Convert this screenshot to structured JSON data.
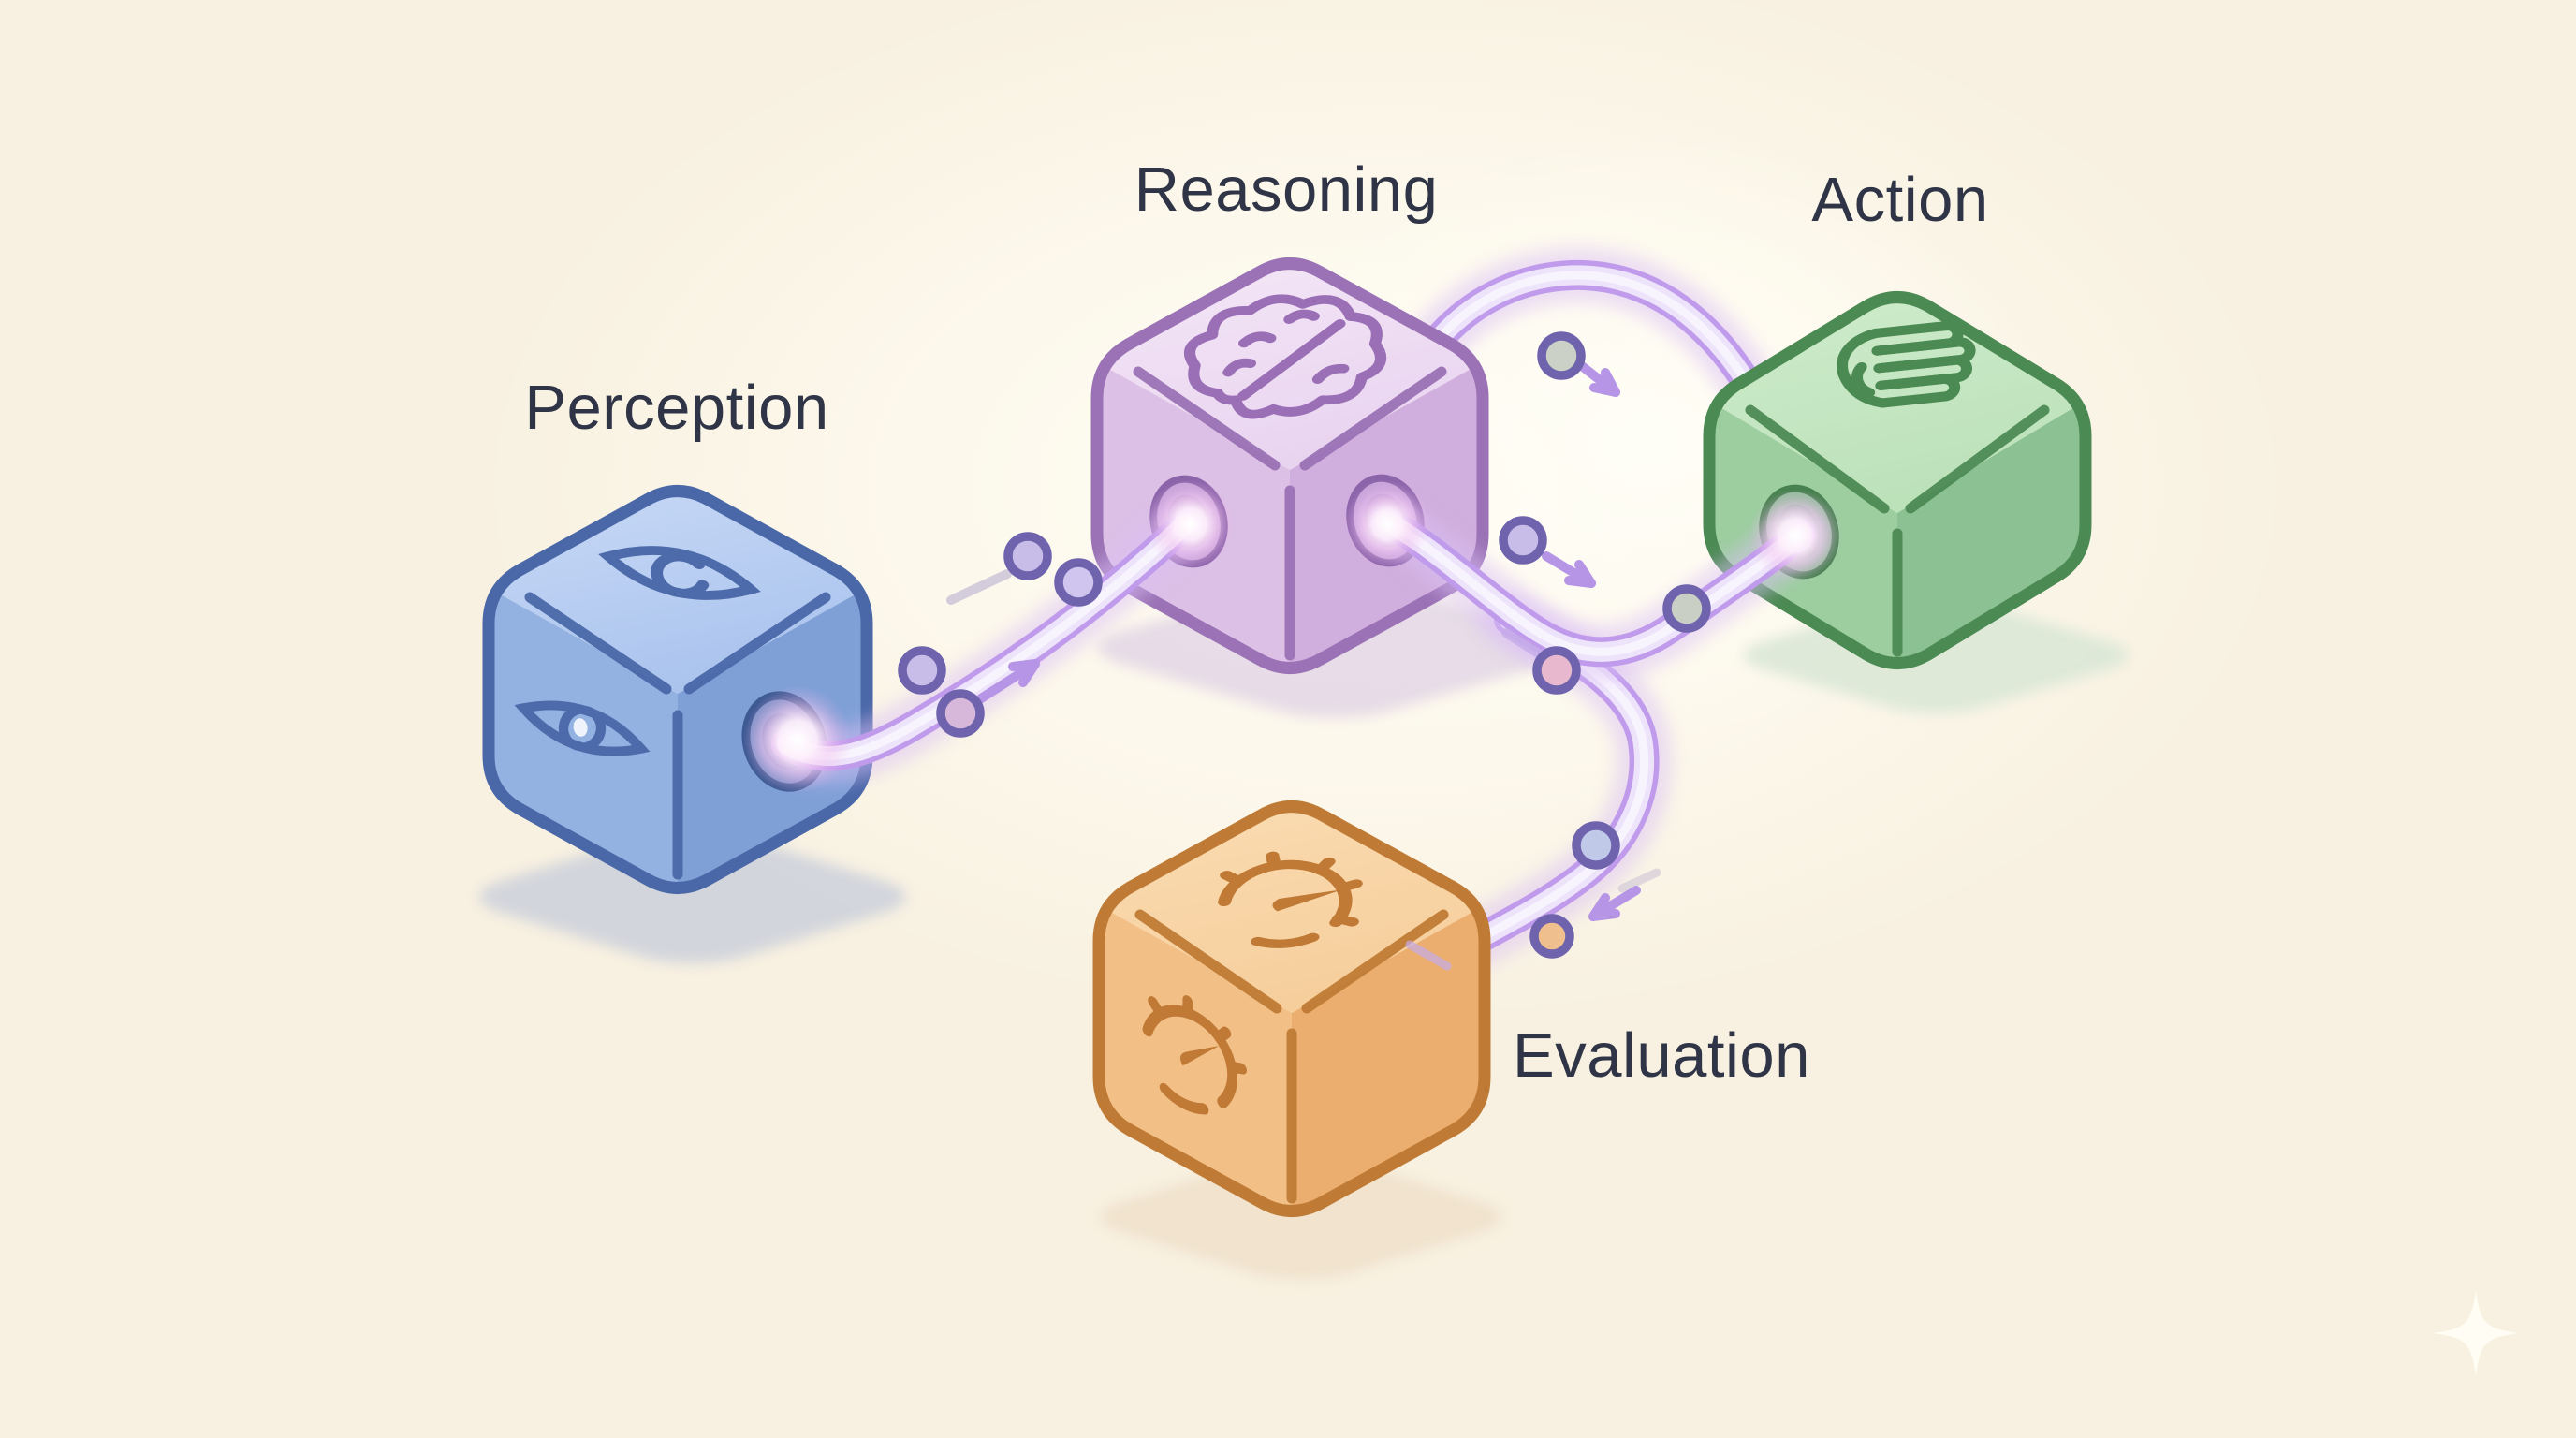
{
  "diagram": {
    "type": "isometric-flow-diagram",
    "background_color": "#F8F1E1",
    "label_color": "#2F3547",
    "connector_color": "#C09BEC",
    "connector_fill": "#EDE3FA",
    "nodes": [
      {
        "id": "perception",
        "label": "Perception",
        "icon": "eye-icon",
        "cube_color": "#93B1E1",
        "outline_color": "#4A68A8"
      },
      {
        "id": "reasoning",
        "label": "Reasoning",
        "icon": "brain-icon",
        "cube_color": "#DCC0E6",
        "outline_color": "#9A72B5"
      },
      {
        "id": "action",
        "label": "Action",
        "icon": "hand-icon",
        "cube_color": "#9CCD9F",
        "outline_color": "#4C8A54"
      },
      {
        "id": "evaluation",
        "label": "Evaluation",
        "icon": "gauge-icon",
        "cube_color": "#F1BD83",
        "outline_color": "#BF7B35"
      }
    ],
    "edges": [
      {
        "from": "perception",
        "to": "reasoning"
      },
      {
        "from": "reasoning",
        "to": "action"
      },
      {
        "from": "reasoning",
        "to": "action",
        "variant": "arc"
      },
      {
        "from": "reasoning",
        "to": "evaluation"
      }
    ],
    "marker_colors": {
      "dot_stroke": "#6E63AC",
      "arrow": "#B795E6",
      "dot_fills": [
        "#C8BDE8",
        "#CFC5EE",
        "#D8B8DA",
        "#CBD1C6",
        "#C1C9E9",
        "#EFBF8D",
        "#E8B9CE"
      ]
    }
  }
}
